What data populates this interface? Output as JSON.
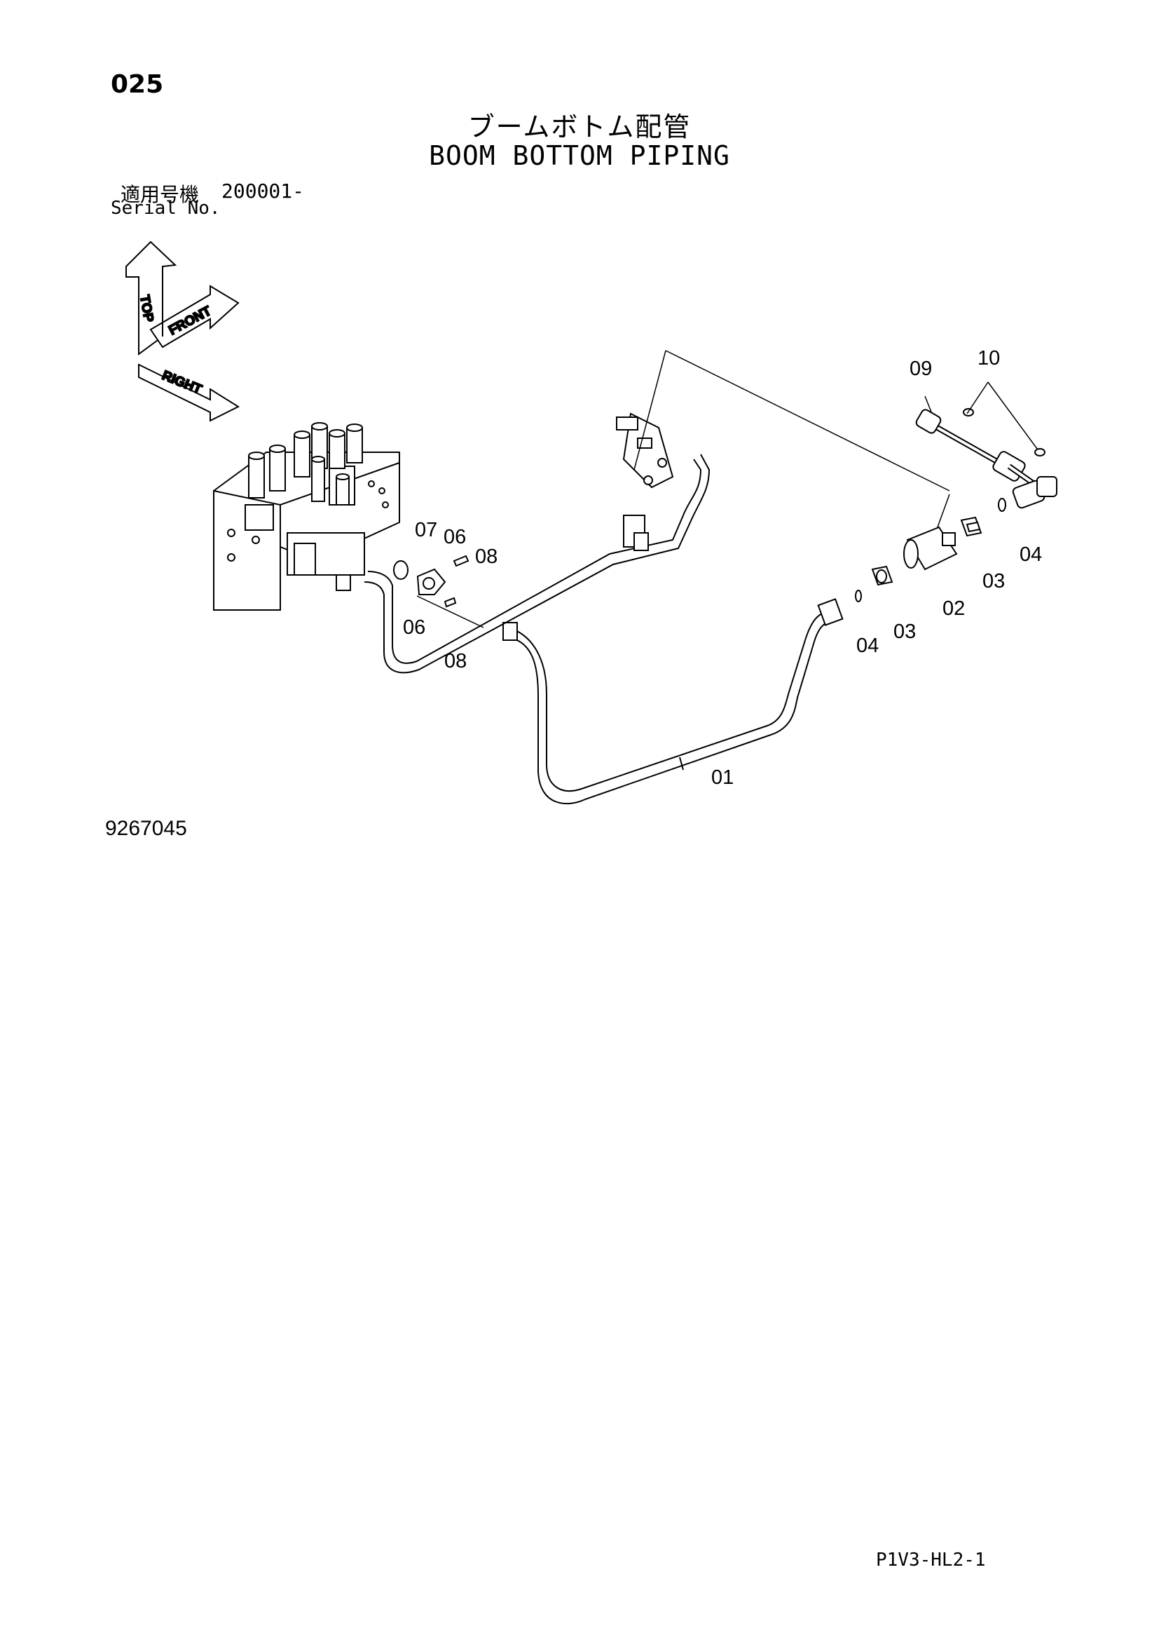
{
  "header": {
    "page_number": "025",
    "title_jp": "ブームボトム配管",
    "title_en": "BOOM BOTTOM PIPING",
    "serial_label_jp": "適用号機",
    "serial_value": "200001-",
    "serial_label_en": "Serial No."
  },
  "orientation": {
    "top": "TOP",
    "front": "FRONT",
    "right": "RIGHT"
  },
  "callouts": {
    "c01": "01",
    "c02": "02",
    "c03a": "03",
    "c03b": "03",
    "c04a": "04",
    "c04b": "04",
    "c06a": "06",
    "c06b": "06",
    "c07": "07",
    "c08a": "08",
    "c08b": "08",
    "c09": "09",
    "c10": "10"
  },
  "figure_number": "9267045",
  "footer_code": "P1V3-HL2-1"
}
